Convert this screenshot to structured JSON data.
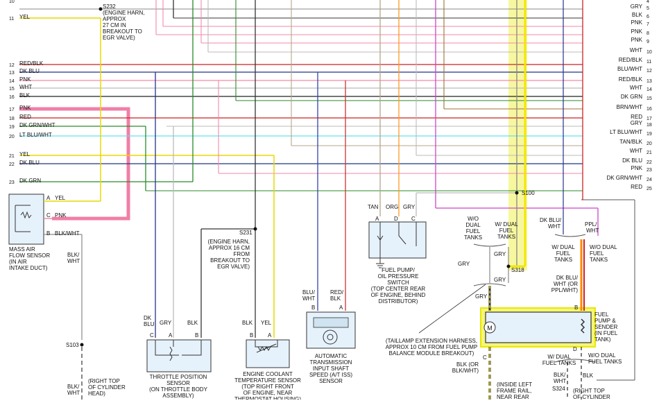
{
  "left_pins": {
    "numbers": [
      "10",
      "11",
      "12",
      "13",
      "14",
      "15",
      "16",
      "17",
      "18",
      "19",
      "20",
      "21",
      "22",
      "23"
    ],
    "labels": [
      "",
      "YEL",
      "RED/BLK",
      "DK BLU",
      "PNK",
      "WHT",
      "BLK",
      "PNK",
      "RED",
      "DK GRN/WHT",
      "LT BLU/WHT",
      "YEL",
      "DK BLU",
      "DK GRN"
    ]
  },
  "right_pins": {
    "numbers": [
      "4",
      "5",
      "6",
      "7",
      "8",
      "9",
      "10",
      "11",
      "12",
      "13",
      "14",
      "15",
      "16",
      "17",
      "18",
      "19",
      "20",
      "21",
      "22",
      "23",
      "24",
      "25"
    ],
    "labels": [
      "",
      "GRY",
      "BLK",
      "PNK",
      "PNK",
      "PNK",
      "WHT",
      "RED/BLK",
      "BLU/WHT",
      "RED/BLK",
      "WHT",
      "DK GRN",
      "BRN/WHT",
      "RED",
      "GRY",
      "LT BLU/WHT",
      "TAN/BLK",
      "WHT",
      "DK BLU",
      "PNK",
      "DK GRN/WHT",
      "RED"
    ]
  },
  "splices": {
    "s232": {
      "name": "S232",
      "note": [
        "(ENGINE HARN,",
        "APPROX",
        "27 CM IN",
        "BREAKOUT TO",
        "EGR VALVE)"
      ]
    },
    "s231": {
      "name": "S231",
      "note": [
        "(ENGINE HARN,",
        "APPROX 16 CM",
        "FROM",
        "BREAKOUT TO",
        "EGR VALVE)"
      ]
    },
    "s103": {
      "name": "S103"
    },
    "s100": {
      "name": "S100"
    },
    "s318": {
      "name": "S318"
    },
    "s324": {
      "name": "S324"
    }
  },
  "maf": {
    "pins": [
      "A",
      "C",
      "B"
    ],
    "wires": [
      "YEL",
      "PNK",
      "BLK/WHT"
    ],
    "title": [
      "MASS AIR",
      "FLOW SENSOR",
      "(IN AIR",
      "INTAKE DUCT)"
    ],
    "down_wire": [
      "BLK/",
      "WHT"
    ],
    "bottom_wire": [
      "BLK/",
      "WHT"
    ],
    "bottom_note": [
      "(RIGHT TOP",
      "OF CYLINDER",
      "HEAD)"
    ]
  },
  "tps": {
    "wires": [
      "DK",
      "BLU",
      "GRY",
      "BLK"
    ],
    "pins": [
      "C",
      "A",
      "B"
    ],
    "title": [
      "THROTTLE POSITION",
      "SENSOR",
      "(ON THROTTLE BODY",
      "ASSEMBLY)"
    ]
  },
  "ect": {
    "wires": [
      "BLK",
      "YEL"
    ],
    "pins": [
      "B",
      "A"
    ],
    "title": [
      "ENGINE COOLANT",
      "TEMPERATURE SENSOR",
      "(TOP RIGHT FRONT",
      "OF ENGINE, NEAR",
      "THERMOSTAT HOUSING)"
    ]
  },
  "tiss": {
    "wires": [
      "BLU/",
      "WHT",
      "RED/",
      "BLK"
    ],
    "pins": [
      "B",
      "A"
    ],
    "title": [
      "AUTOMATIC",
      "TRANSMISSION",
      "INPUT SHAFT",
      "SPEED (A/T ISS)",
      "SENSOR"
    ]
  },
  "fuel_switch": {
    "wires": [
      "TAN",
      "ORG",
      "GRY"
    ],
    "pins": [
      "A",
      "D",
      "C"
    ],
    "title": [
      "FUEL PUMP/",
      "OIL PRESSURE",
      "SWITCH",
      "(TOP CENTER REAR",
      "OF ENGINE, BEHIND",
      "DISTRIBUTOR)"
    ]
  },
  "fuel_pump": {
    "left_options": [
      "W/O",
      "DUAL",
      "FUEL",
      "TANKS"
    ],
    "right_options": [
      "W/ DUAL",
      "FUEL",
      "TANKS"
    ],
    "gry_labels": [
      "GRY",
      "GRY",
      "GRY",
      "GRY"
    ],
    "motor": "M",
    "pins": [
      "C",
      "B",
      "D"
    ],
    "title": [
      "FUEL",
      "PUMP &",
      "SENDER",
      "(IN FUEL",
      "TANK)"
    ],
    "harness_note": [
      "(TAILLAMP EXTENSION HARNESS,",
      "APPROX 10 CM FROM FUEL PUMP",
      "BALANCE MODULE BREAKOUT)"
    ],
    "lower_wire": [
      "BLK (OR",
      "BLK/WHT)"
    ],
    "lower_note": [
      "(INSIDE LEFT",
      "FRAME RAIL,",
      "NEAR REAR"
    ],
    "dual_left": [
      "W/ DUAL",
      "FUEL",
      "TANKS"
    ],
    "dual_right": [
      "W/O DUAL",
      "FUEL",
      "TANKS"
    ],
    "dkblu_label": [
      "DK BLU/",
      "WHT (OR",
      "PPL/WHT)"
    ],
    "top_wires": [
      "DK BLU/",
      "WHT",
      "PPL/",
      "WHT"
    ],
    "bottom_left": [
      "W/ DUAL",
      "FUEL TANKS"
    ],
    "bottom_right": [
      "W/O DUAL",
      "FUEL TANKS"
    ],
    "blk": "BLK",
    "blk_wht": [
      "BLK/",
      "WHT"
    ],
    "bottom_note2": [
      "(RIGHT TOP",
      "OF CYLINDER"
    ]
  },
  "colors": {
    "yellow": "#f2e600",
    "highlight_yellow": "#f5f57a",
    "highlight_pink": "#f07fa8",
    "black": "#111111"
  }
}
